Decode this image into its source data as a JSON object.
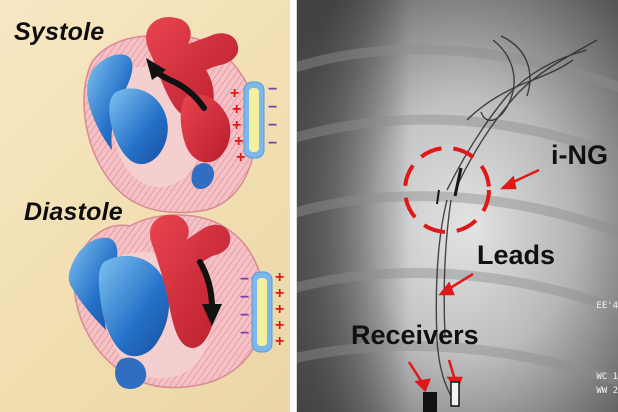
{
  "left_panel": {
    "systole_label": "Systole",
    "diastole_label": "Diastole",
    "charge_plus": "+",
    "charge_minus": "−"
  },
  "right_panel": {
    "ing_label": "i-NG",
    "leads_label": "Leads",
    "receivers_label": "Receivers",
    "corner_text_1": "EE'4",
    "corner_text_2": "WC 1",
    "corner_text_3": "WW 2"
  },
  "colors": {
    "background_left": "#f1deb1",
    "heart_red": "#d82c3a",
    "heart_blue": "#2470c8",
    "heart_tissue": "#f2b4bc",
    "device_yellow": "#f4f0a0",
    "device_blue": "#7db8ea",
    "arrow_black": "#111111",
    "annotation_red": "#e01818"
  }
}
